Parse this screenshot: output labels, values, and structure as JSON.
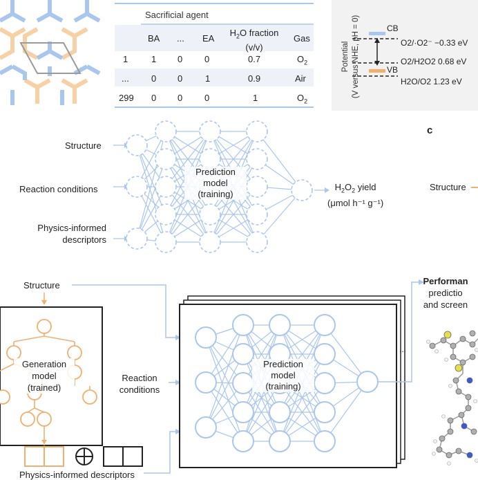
{
  "colors": {
    "blue": "#a9c6ee",
    "blue_dark": "#7aa5e0",
    "orange": "#f2b06c",
    "orange_light": "#f7d0a3",
    "grey": "#9a9a9a",
    "band": "#eef2f8"
  },
  "table": {
    "header_group": "Sacrificial agent",
    "columns": [
      "",
      "BA",
      "...",
      "EA",
      "H2O fraction (v/v)",
      "Gas"
    ],
    "h2o_header": {
      "main": "H",
      "sub": "2",
      "rest": "O fraction",
      "line2": "(v/v)"
    },
    "rows": [
      [
        "1",
        "1",
        "0",
        "0",
        "0.7",
        "O2"
      ],
      [
        "...",
        "0",
        "0",
        "1",
        "0.9",
        "Air"
      ],
      [
        "299",
        "0",
        "0",
        "0",
        "1",
        "O2"
      ]
    ]
  },
  "energy": {
    "axis_label_1": "Potential",
    "axis_label_2": "(V versus NHE, pH = 0)",
    "cb": "CB",
    "vb": "VB",
    "levels": [
      "O2/·O2⁻ −0.33 eV",
      "O2/H2O2 0.68 eV",
      "H2O/O2 1.23 eV"
    ]
  },
  "training": {
    "inputs": [
      "Structure",
      "Reaction conditions",
      "Physics-informed",
      "descriptors"
    ],
    "model": [
      "Prediction",
      "model",
      "(training)"
    ],
    "output": [
      "H2O2 yield",
      "(μmol h⁻¹ g⁻¹)"
    ]
  },
  "panel_c": {
    "label": "c",
    "structure": "Structure"
  },
  "screening": {
    "structure": "Structure",
    "generation": [
      "Generation",
      "model",
      "(trained)"
    ],
    "reaction": [
      "Reaction",
      "conditions"
    ],
    "model": [
      "Prediction",
      "model",
      "(training)"
    ],
    "descriptors": "Physics-informed descriptors",
    "ellipsis": "...",
    "perf": [
      "Performan",
      "predictio",
      "and screen"
    ]
  }
}
